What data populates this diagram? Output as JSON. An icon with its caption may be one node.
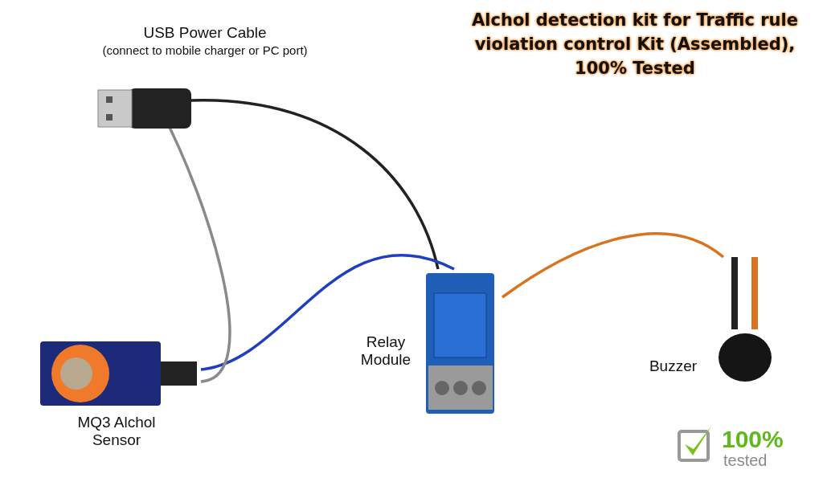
{
  "diagram": {
    "title": "Alchol detection kit for Traffic rule violation control Kit (Assembled), 100% Tested",
    "nodes": [
      {
        "text": [
          "USB Power Cable",
          "(connect to mobile charger or PC port)"
        ]
      },
      {
        "text": [
          "MQ3 Alchol Sensor"
        ]
      },
      {
        "text": [
          "Relay Module"
        ]
      },
      {
        "text": [
          "Buzzer"
        ]
      }
    ],
    "edges": [
      {
        "from": 0,
        "to": 2,
        "arrow": "none"
      },
      {
        "from": 1,
        "to": 2,
        "arrow": "none",
        "color": "#1f3fbf"
      },
      {
        "from": 1,
        "to": 0,
        "arrow": "none",
        "color": "#8a8a8a"
      },
      {
        "from": 2,
        "to": 3,
        "arrow": "none",
        "color": "#d9731f"
      }
    ],
    "labels": [
      "100%",
      "tested"
    ]
  }
}
